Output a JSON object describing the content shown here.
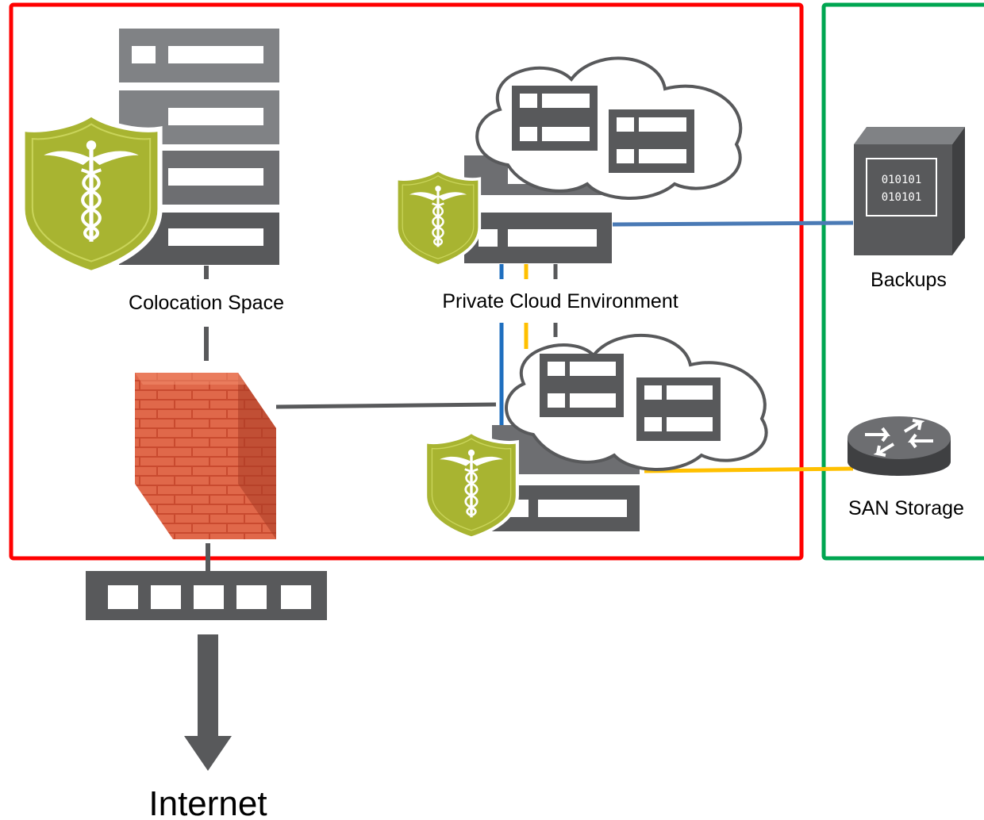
{
  "labels": {
    "colocation": "Colocation Space",
    "private_cloud": "Private Cloud Environment",
    "backups": "Backups",
    "san_storage": "SAN Storage",
    "internet": "Internet"
  },
  "backup_binary": [
    "010101",
    "010101"
  ],
  "colors": {
    "boundary_red": "#ff0000",
    "boundary_green": "#00a651",
    "server_dark": "#58595b",
    "server_mid": "#6d6e71",
    "server_light": "#808285",
    "shield_green": "#a8b431",
    "link_blue": "#4a7ab5",
    "link_dark_blue": "#1f6fbf",
    "link_yellow": "#ffc000",
    "link_gray": "#58595b",
    "brick": "#d9573a"
  },
  "icons": [
    "server-rack-icon",
    "medical-shield-icon",
    "cloud-icon",
    "firewall-icon",
    "network-switch-icon",
    "backup-storage-icon",
    "router-icon",
    "arrow-down-icon"
  ]
}
